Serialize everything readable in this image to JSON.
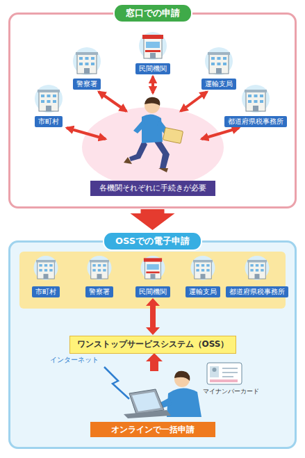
{
  "diagram": {
    "nodes": [
      {
        "text": [
          "窓口での申請"
        ]
      },
      {
        "text": [
          "市町村"
        ],
        "in": 0
      },
      {
        "text": [
          "警察署"
        ],
        "in": 0
      },
      {
        "text": [
          "民間機関"
        ],
        "in": 0
      },
      {
        "text": [
          "運輸支局"
        ],
        "in": 0
      },
      {
        "text": [
          "都道府県税事務所"
        ],
        "in": 0
      },
      {
        "text": [
          "各機関それぞれに手続きが必要"
        ],
        "in": 0
      },
      {
        "text": [
          "OSSでの電子申請"
        ]
      },
      {
        "text": [
          "市町村"
        ],
        "in": 7
      },
      {
        "text": [
          "警察署"
        ],
        "in": 7
      },
      {
        "text": [
          "民間機関"
        ],
        "in": 7
      },
      {
        "text": [
          "運輸支局"
        ],
        "in": 7
      },
      {
        "text": [
          "都道府県税事務所"
        ],
        "in": 7
      },
      {
        "text": [
          "ワンストップサービスシステム（OSS）"
        ],
        "in": 7
      },
      {
        "text": [
          "オンラインで一括申請"
        ],
        "in": 7
      }
    ],
    "edges": [
      {
        "from": 0,
        "to": 7,
        "arrow": "to"
      },
      {
        "from": 10,
        "to": 13,
        "arrow": "both"
      }
    ],
    "labels": [
      "インターネット",
      "マイナンバーカード"
    ]
  }
}
